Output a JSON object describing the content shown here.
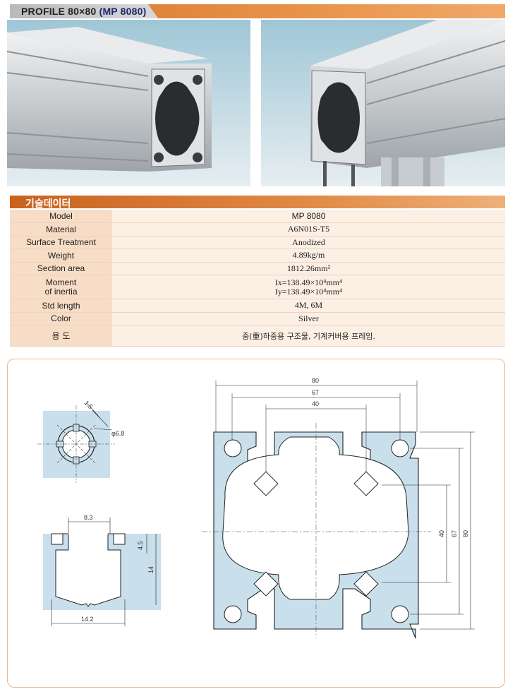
{
  "header": {
    "title_prefix": "PROFILE 80×80",
    "title_code": "(MP 8080)"
  },
  "section": {
    "title": "기술데이터"
  },
  "specs": [
    {
      "key": "Model",
      "value": "MP 8080"
    },
    {
      "key": "Material",
      "value": "A6N01S-T5"
    },
    {
      "key": "Surface Treatment",
      "value": "Anodized"
    },
    {
      "key": "Weight",
      "value": "4.89kg/m"
    },
    {
      "key": "Section area",
      "value": "1812.26mm²"
    },
    {
      "key": "Moment\nof inertia",
      "value": "Ix=138.49×10⁴mm⁴\nIy=138.49×10⁴mm⁴"
    },
    {
      "key": "Std length",
      "value": "4M, 6M"
    },
    {
      "key": "Color",
      "value": "Silver"
    },
    {
      "key": "용 도",
      "value": "중(重)하중용 구조물, 기계커버용 프레임."
    }
  ],
  "dimensions": {
    "hole_wall": "1.5",
    "hole_dia": "φ6.8",
    "slot_opening": "8.3",
    "slot_lip": "4.5",
    "slot_depth": "14",
    "slot_width": "14.2",
    "overall_width": "80",
    "slot_pitch": "67",
    "center_width": "40",
    "right_center": "40",
    "right_pitch": "67",
    "right_overall": "80"
  },
  "colors": {
    "accent": "#e08a44",
    "table_key_bg": "#f7dcc6",
    "table_value_bg": "#fcefe4",
    "section_fill": "#c9dfec"
  }
}
